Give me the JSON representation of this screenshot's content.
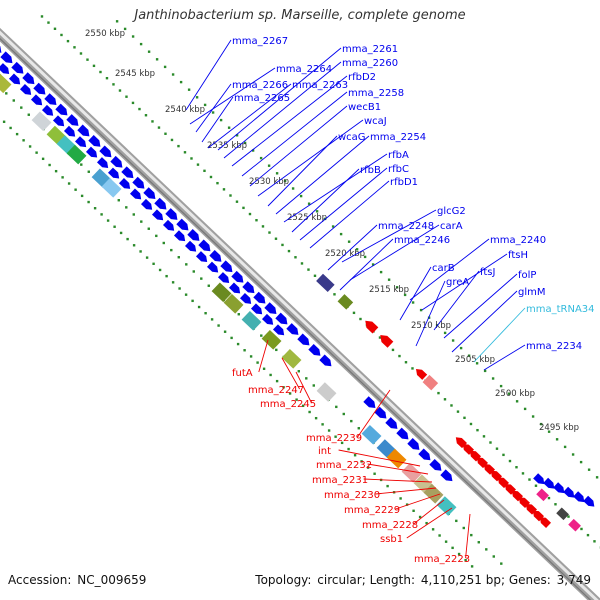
{
  "title": "Janthinobacterium sp. Marseille, complete genome",
  "footer": {
    "accession_label": "Accession:",
    "accession": "NC_009659",
    "topology_label": "Topology:",
    "topology": "circular;",
    "length_label": "Length:",
    "length": "4,110,251 bp;",
    "genes_label": "Genes:",
    "genes": "3,749"
  },
  "colors": {
    "forward_gene": "#0000ee",
    "reverse_gene": "#ee0000",
    "cyan_gene": "#33bbdd",
    "tick_dot": "#2a8a2a",
    "backbone": "#a8a8a8"
  },
  "ticks": [
    "2550 kbp",
    "2545 kbp",
    "2540 kbp",
    "2535 kbp",
    "2530 kbp",
    "2525 kbp",
    "2520 kbp",
    "2515 kbp",
    "2510 kbp",
    "2505 kbp",
    "2500 kbp",
    "2495 kbp"
  ],
  "upper_labels": [
    {
      "text": "mma_2267",
      "color": "blue"
    },
    {
      "text": "mma_2264",
      "color": "blue"
    },
    {
      "text": "mma_2266",
      "color": "blue"
    },
    {
      "text": "mma_2265",
      "color": "blue"
    },
    {
      "text": "mma_2261",
      "color": "blue"
    },
    {
      "text": "mma_2260",
      "color": "blue"
    },
    {
      "text": "mma_2263",
      "color": "blue"
    },
    {
      "text": "rfbD2",
      "color": "blue"
    },
    {
      "text": "mma_2258",
      "color": "blue"
    },
    {
      "text": "wecB1",
      "color": "blue"
    },
    {
      "text": "wcaJ",
      "color": "blue"
    },
    {
      "text": "wcaG",
      "color": "blue"
    },
    {
      "text": "mma_2254",
      "color": "blue"
    },
    {
      "text": "rfbA",
      "color": "blue"
    },
    {
      "text": "rfbB",
      "color": "blue"
    },
    {
      "text": "rfbC",
      "color": "blue"
    },
    {
      "text": "rfbD1",
      "color": "blue"
    },
    {
      "text": "glcG2",
      "color": "blue"
    },
    {
      "text": "mma_2248",
      "color": "blue"
    },
    {
      "text": "carA",
      "color": "blue"
    },
    {
      "text": "mma_2246",
      "color": "blue"
    },
    {
      "text": "mma_2240",
      "color": "blue"
    },
    {
      "text": "ftsH",
      "color": "blue"
    },
    {
      "text": "carB",
      "color": "blue"
    },
    {
      "text": "ftsJ",
      "color": "blue"
    },
    {
      "text": "folP",
      "color": "blue"
    },
    {
      "text": "greA",
      "color": "blue"
    },
    {
      "text": "glmM",
      "color": "blue"
    },
    {
      "text": "mma_tRNA34",
      "color": "cyan"
    },
    {
      "text": "mma_2234",
      "color": "blue"
    }
  ],
  "lower_labels": [
    {
      "text": "futA",
      "color": "red"
    },
    {
      "text": "mma_2247",
      "color": "red"
    },
    {
      "text": "mma_2245",
      "color": "red"
    },
    {
      "text": "mma_2239",
      "color": "red"
    },
    {
      "text": "int",
      "color": "red"
    },
    {
      "text": "mma_2232",
      "color": "red"
    },
    {
      "text": "mma_2231",
      "color": "red"
    },
    {
      "text": "mma_2230",
      "color": "red"
    },
    {
      "text": "mma_2229",
      "color": "red"
    },
    {
      "text": "mma_2228",
      "color": "red"
    },
    {
      "text": "ssb1",
      "color": "red"
    },
    {
      "text": "mma_2223",
      "color": "red"
    }
  ]
}
